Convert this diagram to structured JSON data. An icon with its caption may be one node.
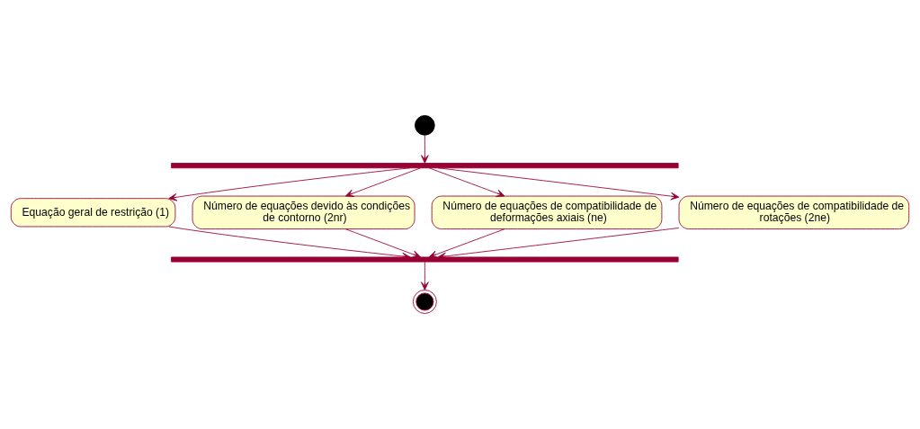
{
  "diagram": {
    "nodes": [
      {
        "text": [],
        "shape": "circle"
      },
      {
        "text": [],
        "shape": "bar"
      },
      {
        "text": [
          "Equação geral de restrição (1)"
        ]
      },
      {
        "text": [
          "Número de equações devido às condições de contorno (2nr)"
        ]
      },
      {
        "text": [
          "Número de equações de compatibilidade de deformações axiais (ne)"
        ]
      },
      {
        "text": [
          "Número de equações de compatibilidade de rotações (2ne)"
        ]
      },
      {
        "text": [],
        "shape": "bar"
      },
      {
        "text": [],
        "shape": "bullseye"
      }
    ],
    "edges": [
      {
        "from": 0,
        "to": 1,
        "arrow": "to"
      },
      {
        "from": 1,
        "to": 2,
        "arrow": "to"
      },
      {
        "from": 1,
        "to": 3,
        "arrow": "to"
      },
      {
        "from": 1,
        "to": 4,
        "arrow": "to"
      },
      {
        "from": 1,
        "to": 5,
        "arrow": "to"
      },
      {
        "from": 2,
        "to": 6,
        "arrow": "to"
      },
      {
        "from": 3,
        "to": 6,
        "arrow": "to"
      },
      {
        "from": 4,
        "to": 6,
        "arrow": "to"
      },
      {
        "from": 5,
        "to": 6,
        "arrow": "to"
      },
      {
        "from": 6,
        "to": 7,
        "arrow": "to"
      }
    ]
  }
}
